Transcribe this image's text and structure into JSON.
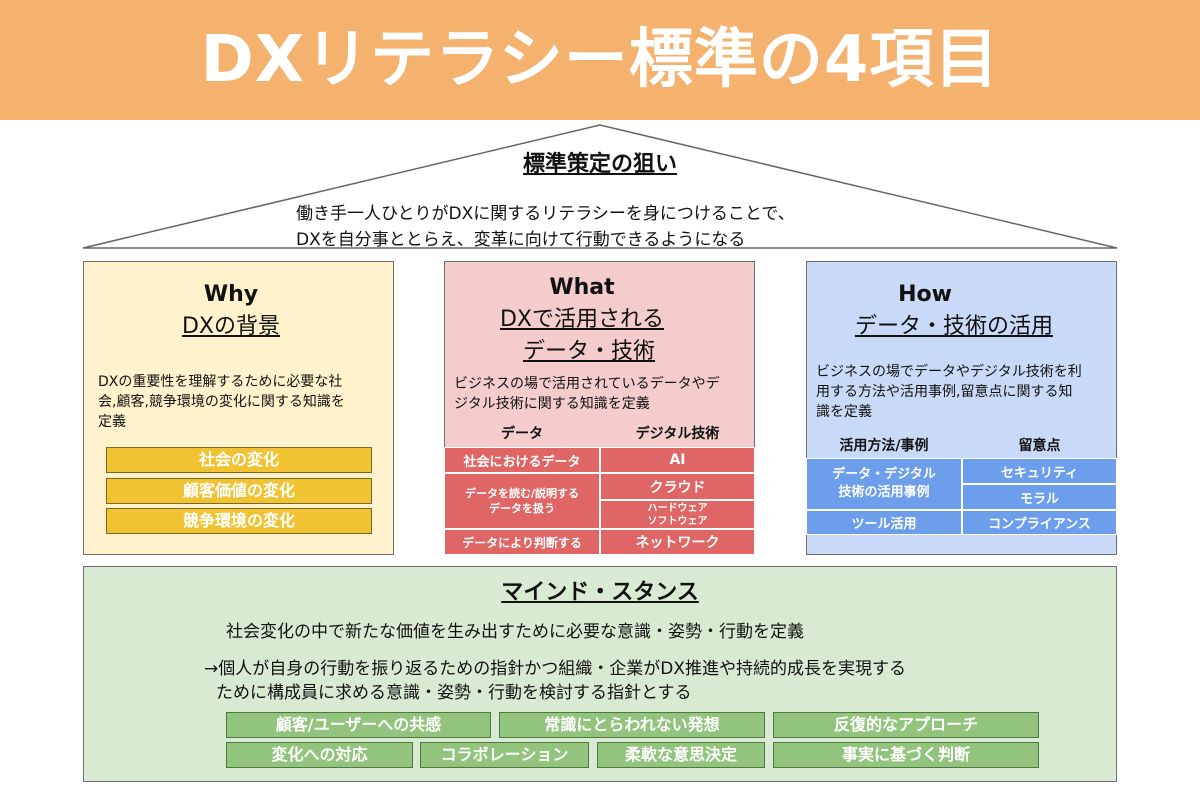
{
  "header": {
    "title": "DXリテラシー標準の4項目"
  },
  "purpose": {
    "title": "標準策定の狙い",
    "lines": [
      "働き手一人ひとりがDXに関するリテラシーを身につけることで、",
      "DXを自分事ととらえ、変革に向けて行動できるようになる"
    ]
  },
  "why": {
    "heading": "Why",
    "subheading": "DXの背景",
    "desc_lines": [
      "DXの重要性を理解するために必要な社",
      "会,顧客,競争環境の変化に関する知識を",
      "定義"
    ],
    "items": [
      "社会の変化",
      "顧客価値の変化",
      "競争環境の変化"
    ]
  },
  "what": {
    "heading": "What",
    "subheading_lines": [
      "DXで活用される",
      "データ・技術"
    ],
    "desc_lines": [
      "ビジネスの場で活用されているデータやデ",
      "ジタル技術に関する知識を定義"
    ],
    "table": {
      "headers": [
        "データ",
        "デジタル技術"
      ],
      "data_cells": [
        "社会におけるデータ",
        "データを読む/説明する\nデータを扱う",
        "データにより判断する"
      ],
      "tech_cells": [
        "AI",
        "クラウド",
        "ハードウェア\nソフトウェア",
        "ネットワーク"
      ]
    }
  },
  "how": {
    "heading": "How",
    "subheading": "データ・技術の活用",
    "desc_lines": [
      "ビジネスの場でデータやデジタル技術を利",
      "用する方法や活用事例,留意点に関する知",
      "識を定義"
    ],
    "table": {
      "headers": [
        "活用方法/事例",
        "留意点"
      ],
      "method_cells": [
        "データ・デジタル\n技術の活用事例",
        "ツール活用"
      ],
      "caution_cells": [
        "セキュリティ",
        "モラル",
        "コンプライアンス"
      ]
    }
  },
  "mind": {
    "title": "マインド・スタンス",
    "lines": [
      "社会変化の中で新たな価値を生み出すために必要な意識・姿勢・行動を定義",
      "→個人が自身の行動を振り返るための指針かつ組織・企業がDX推進や持続的成長を実現する",
      "ために構成員に求める意識・姿勢・行動を検討する指針とする"
    ],
    "items_row1": [
      "顧客/ユーザーへの共感",
      "常識にとらわれない発想",
      "反復的なアプローチ"
    ],
    "items_row2": [
      "変化への対応",
      "コラボレーション",
      "柔軟な意思決定",
      "事実に基づく判断"
    ]
  },
  "colors": {
    "banner": "#F5B26E",
    "why_bg": "#FFF2CC",
    "why_item": "#F1C232",
    "what_bg": "#F4CCCC",
    "what_cell": "#E06666",
    "how_bg": "#C9DAF8",
    "how_cell": "#6D9EEB",
    "mind_bg": "#D9EAD3",
    "mind_item": "#93C47D"
  }
}
